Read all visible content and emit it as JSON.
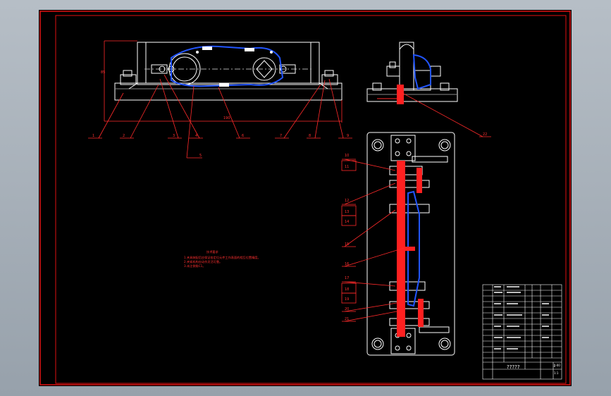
{
  "drawing": {
    "frame_color": "#e01010",
    "outline_color": "#ffffff",
    "part_color": "#ff2020",
    "contour_color": "#2255ff",
    "leader_color": "#ff2a2a",
    "text_color": "#ff3030",
    "sheet_color": "#000000"
  },
  "front_view": {
    "balloons": [
      "1",
      "2",
      "3",
      "4",
      "5",
      "6",
      "7",
      "8",
      "9"
    ],
    "overall_length": "190"
  },
  "side_view": {
    "balloons": [
      "22"
    ]
  },
  "top_view": {
    "balloons": [
      "10",
      "11",
      "12",
      "13",
      "14",
      "15",
      "16",
      "17",
      "18",
      "19",
      "20",
      "21"
    ]
  },
  "notes": {
    "heading": "技术要求",
    "lines": [
      "1.夹具装配后应保证各定位元件工作表面的相互位置精度。",
      "2.夹紧机构应动作灵活可靠。",
      "3.未注倒角C1。"
    ]
  },
  "title_block": {
    "title": "?????",
    "drawing_no": "JJ-00",
    "scale": "1:1"
  }
}
